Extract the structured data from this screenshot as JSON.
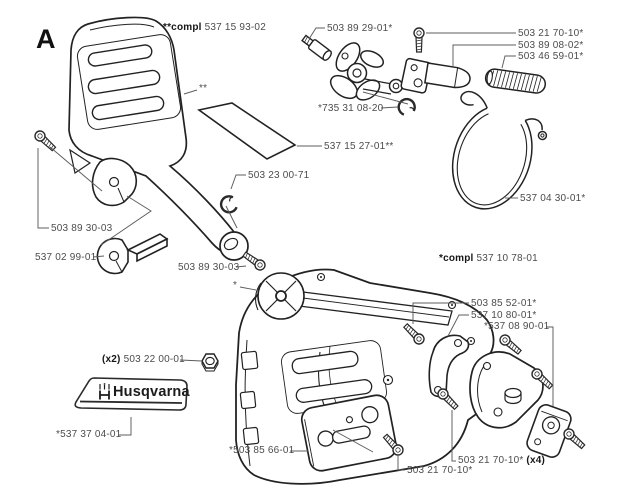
{
  "section": "A",
  "decal": {
    "brand": "Husqvarna"
  },
  "labels": {
    "handguard_compl": {
      "prefix": "**compl",
      "text": " 537 15 93-02"
    },
    "handguard_ref": {
      "text": "**"
    },
    "pin": {
      "text": "503 89 29-01*"
    },
    "screw_lever": {
      "text": "503 21 70-10*"
    },
    "piston": {
      "text": "503 89 08-02*"
    },
    "spring": {
      "text": "503 46 59-01*"
    },
    "clip_lever": {
      "text": "*735 31 08-20"
    },
    "decal_handguard": {
      "text": "537 15 27-01**"
    },
    "clip_guard": {
      "text": "503 23 00-71"
    },
    "brake_band": {
      "text": "537 04 30-01*"
    },
    "screw_guard": {
      "text": "503 89 30-03"
    },
    "knob": {
      "text": "537 02 99-01"
    },
    "screw_pivot": {
      "text": "503 89 30-03"
    },
    "cover_ref": {
      "text": "*"
    },
    "cover_compl": {
      "prefix": "*compl",
      "text": " 537 10 78-01"
    },
    "screw_inner": {
      "text": "503 85 52-01*"
    },
    "inner_plate": {
      "text": "537 10 80-01*"
    },
    "chain_catcher": {
      "text": "*537 08 90-01"
    },
    "nut": {
      "prefix": "(x2)",
      "text": " 503 22 00-01"
    },
    "decal_logo": {
      "text": "*537 37 04-01"
    },
    "guide_plate": {
      "text": "*503 85 66-01"
    },
    "screws_x4": {
      "text": "503 21 70-10*",
      "suffix": " (x4)"
    },
    "screw_bottom": {
      "text": "503 21 70-10*"
    }
  }
}
